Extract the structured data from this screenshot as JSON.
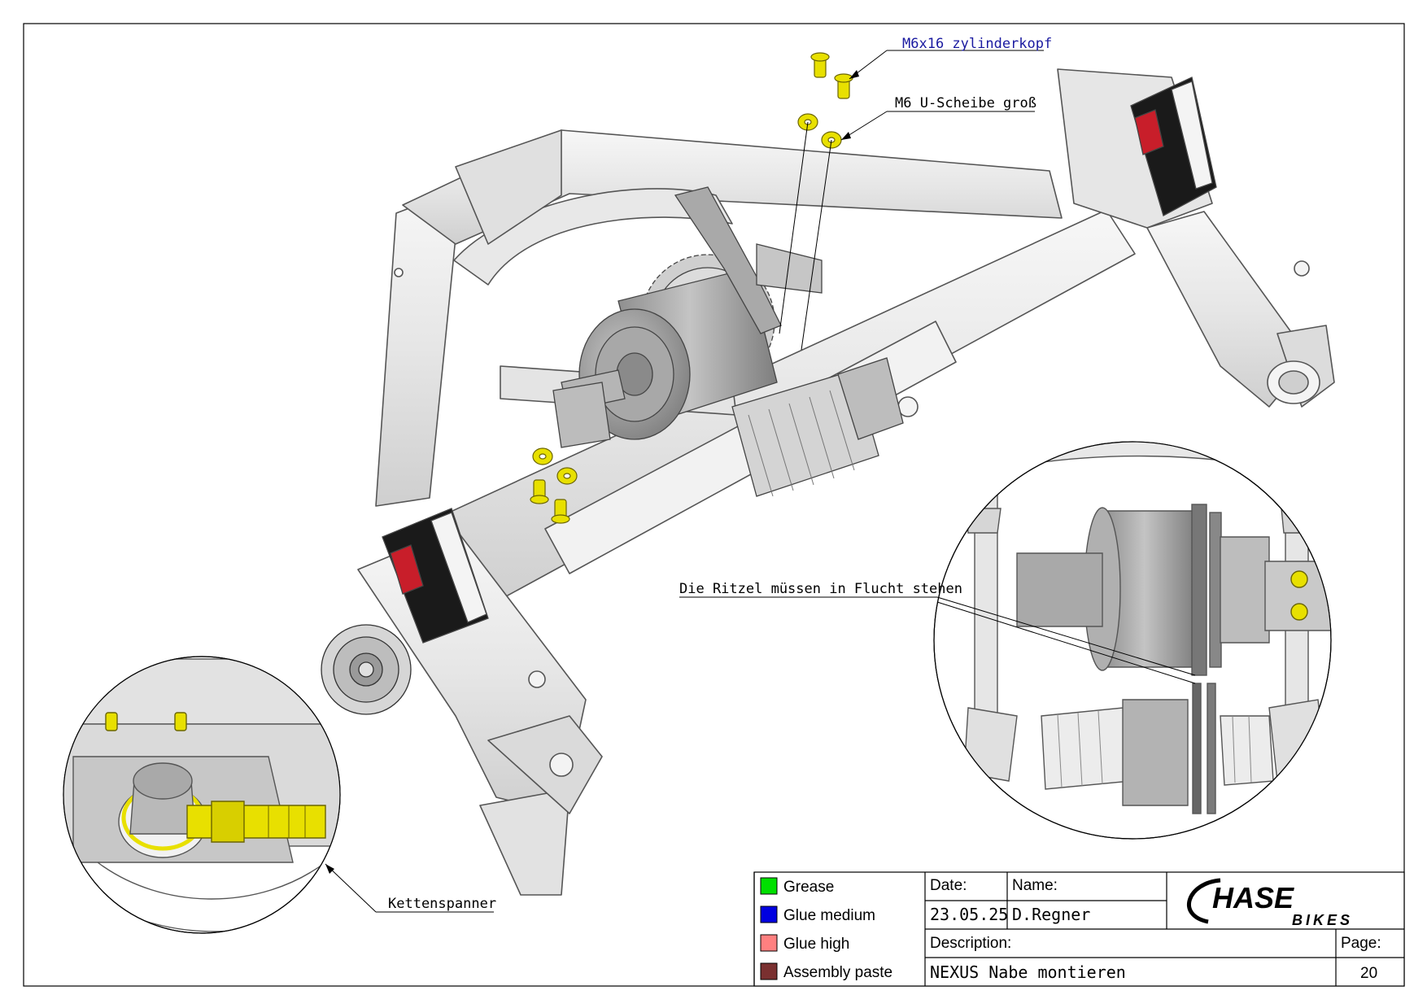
{
  "callouts": {
    "bolt": "M6x16 zylinderkopf",
    "washer": "M6 U-Scheibe groß",
    "sprocket_alignment": "Die Ritzel müssen in Flucht stehen",
    "chain_tensioner": "Kettenspanner"
  },
  "legend": [
    {
      "label": "Grease",
      "color": "#00e000"
    },
    {
      "label": "Glue medium",
      "color": "#0000e0"
    },
    {
      "label": "Glue high",
      "color": "#ff8080"
    },
    {
      "label": "Assembly paste",
      "color": "#7a3030"
    }
  ],
  "title_block": {
    "date_label": "Date:",
    "date_value": "23.05.25",
    "name_label": "Name:",
    "name_value": "D.Regner",
    "description_label": "Description:",
    "description_value": "NEXUS Nabe montieren",
    "page_label": "Page:",
    "page_value": "20"
  },
  "logo": {
    "main": "HASE",
    "sub": "BIKES"
  },
  "colors": {
    "callout_blue": "#1a1aa0",
    "frame_fill": "#ececec",
    "hardware_yellow": "#e8e000",
    "hub_grey": "#9a9a9a"
  }
}
